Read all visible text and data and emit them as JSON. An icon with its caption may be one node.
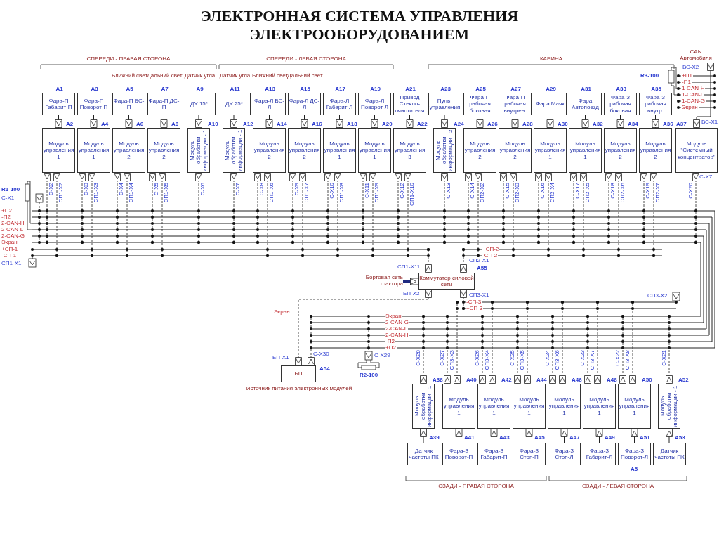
{
  "diagram": {
    "title": "ЭЛЕКТРОННАЯ СИСТЕМА УПРАВЛЕНИЯ ЭЛЕКТРООБОРУДОВАНИЕМ",
    "nodes": [
      {
        "text": [
          "A1",
          "Фара-П Габарит-П"
        ]
      },
      {
        "text": [
          "A2",
          "Модуль управления 1"
        ]
      },
      {
        "text": [
          "A3",
          "Фара-П Поворот-П"
        ]
      },
      {
        "text": [
          "A4",
          "Модуль управления 1"
        ]
      },
      {
        "text": [
          "A5",
          "Фара-П БС-П"
        ],
        "beside": [
          "Ближний свет"
        ]
      },
      {
        "text": [
          "A6",
          "Модуль управления 2"
        ]
      },
      {
        "text": [
          "A7",
          "Фара-П ДС-П"
        ],
        "beside": [
          "Дальний свет"
        ]
      },
      {
        "text": [
          "A8",
          "Модуль управления 2"
        ]
      },
      {
        "text": [
          "A9",
          "ДУ 15*"
        ],
        "beside": [
          "Датчик угла"
        ]
      },
      {
        "text": [
          "A10",
          "Модуль обработки информации - 1"
        ]
      },
      {
        "text": [
          "A11",
          "ДУ 25*"
        ],
        "beside": [
          "Датчик угла"
        ]
      },
      {
        "text": [
          "A12",
          "Модуль обработки информации - 1"
        ]
      },
      {
        "text": [
          "A13",
          "Фара-Л БС-Л"
        ],
        "beside": [
          "Ближний свет"
        ]
      },
      {
        "text": [
          "A14",
          "Модуль управления 2"
        ]
      },
      {
        "text": [
          "A15",
          "Фара-Л ДС-Л"
        ],
        "beside": [
          "Дальний свет"
        ]
      },
      {
        "text": [
          "A16",
          "Модуль управления 2"
        ]
      },
      {
        "text": [
          "A17",
          "Фара-Л Габарит-Л"
        ]
      },
      {
        "text": [
          "A18",
          "Модуль управления 1"
        ]
      },
      {
        "text": [
          "A19",
          "Фара-Л Поворот-Л"
        ]
      },
      {
        "text": [
          "A20",
          "Модуль управления 1"
        ]
      },
      {
        "text": [
          "A21",
          "Привод Стекло-очистителя"
        ]
      },
      {
        "text": [
          "A22",
          "Модуль управления 3"
        ]
      },
      {
        "text": [
          "A23",
          "Пульт управления"
        ]
      },
      {
        "text": [
          "A24",
          "Модуль обработки информации - 2"
        ]
      },
      {
        "text": [
          "A25",
          "Фара-П рабочая боковая"
        ]
      },
      {
        "text": [
          "A26",
          "Модуль управления 2"
        ]
      },
      {
        "text": [
          "A27",
          "Фара-П рабочая внутрен."
        ]
      },
      {
        "text": [
          "A28",
          "Модуль управления 2"
        ]
      },
      {
        "text": [
          "A29",
          "Фара Маяк"
        ]
      },
      {
        "text": [
          "A30",
          "Модуль управления 1"
        ]
      },
      {
        "text": [
          "A31",
          "Фара Автопоезд"
        ]
      },
      {
        "text": [
          "A32",
          "Модуль управления 1"
        ]
      },
      {
        "text": [
          "A33",
          "Фара-З рабочая боковая"
        ]
      },
      {
        "text": [
          "A34",
          "Модуль управления 2"
        ]
      },
      {
        "text": [
          "A35",
          "Фара-З рабочая внутр."
        ]
      },
      {
        "text": [
          "A36",
          "Модуль управления 2"
        ]
      },
      {
        "text": [
          "A37",
          "Модуль \"Системный концентратор\""
        ]
      },
      {
        "text": [
          "A55",
          "Коммутатор силовой сети"
        ]
      },
      {
        "text": [
          "A54",
          "БП"
        ],
        "beside": [
          "Источник питания электронных модулей"
        ]
      },
      {
        "text": [
          "A38",
          "Модуль обработки информации - 1"
        ]
      },
      {
        "text": [
          "A39",
          "Датчик частоты ПК"
        ]
      },
      {
        "text": [
          "A40",
          "Модуль управления 1"
        ]
      },
      {
        "text": [
          "A41",
          "Фара-З Поворот-П"
        ]
      },
      {
        "text": [
          "A42",
          "Модуль управления 1"
        ]
      },
      {
        "text": [
          "A43",
          "Фара-З Габарит-П"
        ]
      },
      {
        "text": [
          "A44",
          "Модуль управления 1"
        ]
      },
      {
        "text": [
          "A45",
          "Фара-З Стоп-П"
        ]
      },
      {
        "text": [
          "A46",
          "Модуль управления 1"
        ]
      },
      {
        "text": [
          "A47",
          "Фара-З Стоп-Л"
        ]
      },
      {
        "text": [
          "A48",
          "Модуль управления 1"
        ]
      },
      {
        "text": [
          "A49",
          "Фара-З Габарит-Л"
        ]
      },
      {
        "text": [
          "A50",
          "Модуль управления 1"
        ]
      },
      {
        "text": [
          "A51",
          "Фара-З Поворот-Л"
        ]
      },
      {
        "text": [
          "A52",
          "Модуль обработки информации - 1"
        ]
      },
      {
        "text": [
          "A53",
          "Датчик частоты ПК"
        ]
      },
      {
        "text": [
          "Бортовая сеть трактора"
        ]
      },
      {
        "text": [
          "CAN Автомобиля"
        ]
      },
      {
        "text": [],
        "shape": "bar"
      },
      {
        "text": [],
        "shape": "bar"
      }
    ],
    "edges": [
      {
        "from": 0,
        "to": 1,
        "arrow": "other"
      },
      {
        "from": 2,
        "to": 3,
        "arrow": "other"
      },
      {
        "from": 4,
        "to": 5,
        "arrow": "other"
      },
      {
        "from": 6,
        "to": 7,
        "arrow": "other"
      },
      {
        "from": 8,
        "to": 9,
        "arrow": "other"
      },
      {
        "from": 10,
        "to": 11,
        "arrow": "other"
      },
      {
        "from": 12,
        "to": 13,
        "arrow": "other"
      },
      {
        "from": 14,
        "to": 15,
        "arrow": "other"
      },
      {
        "from": 16,
        "to": 17,
        "arrow": "other"
      },
      {
        "from": 18,
        "to": 19,
        "arrow": "other"
      },
      {
        "from": 20,
        "to": 21,
        "arrow": "other"
      },
      {
        "from": 22,
        "to": 23,
        "arrow": "other"
      },
      {
        "from": 24,
        "to": 25,
        "arrow": "other"
      },
      {
        "from": 26,
        "to": 27,
        "arrow": "other"
      },
      {
        "from": 28,
        "to": 29,
        "arrow": "other"
      },
      {
        "from": 30,
        "to": 31,
        "arrow": "other"
      },
      {
        "from": 32,
        "to": 33,
        "arrow": "other"
      },
      {
        "from": 34,
        "to": 35,
        "arrow": "other"
      },
      {
        "from": 40,
        "to": 39,
        "arrow": "other"
      },
      {
        "from": 42,
        "to": 41,
        "arrow": "other"
      },
      {
        "from": 44,
        "to": 43,
        "arrow": "other"
      },
      {
        "from": 46,
        "to": 45,
        "arrow": "other"
      },
      {
        "from": 48,
        "to": 47,
        "arrow": "other"
      },
      {
        "from": 50,
        "to": 49,
        "arrow": "other"
      },
      {
        "from": 52,
        "to": 51,
        "arrow": "other"
      },
      {
        "from": 54,
        "to": 53,
        "arrow": "other"
      },
      {
        "from": 55,
        "to": 37,
        "arrow": "other",
        "style": "thick",
        "color": "#1f2a80"
      },
      {
        "from": 56,
        "to": 36,
        "arrow": "other"
      },
      {
        "from": 1,
        "to": 57,
        "arrow": "other",
        "style": "dashed"
      },
      {
        "from": 1,
        "to": 57,
        "arrow": "other",
        "style": "dashed"
      },
      {
        "from": 3,
        "to": 57,
        "arrow": "other",
        "style": "dashed"
      },
      {
        "from": 3,
        "to": 57,
        "arrow": "other",
        "style": "dashed"
      },
      {
        "from": 5,
        "to": 57,
        "arrow": "other",
        "style": "dashed"
      },
      {
        "from": 5,
        "to": 57,
        "arrow": "other",
        "style": "dashed"
      },
      {
        "from": 7,
        "to": 57,
        "arrow": "other",
        "style": "dashed"
      },
      {
        "from": 7,
        "to": 57,
        "arrow": "other",
        "style": "dashed"
      },
      {
        "from": 9,
        "to": 57,
        "arrow": "other",
        "style": "dashed"
      },
      {
        "from": 11,
        "to": 57,
        "arrow": "other",
        "style": "dashed"
      },
      {
        "from": 13,
        "to": 57,
        "arrow": "other",
        "style": "dashed"
      },
      {
        "from": 13,
        "to": 57,
        "arrow": "other",
        "style": "dashed"
      },
      {
        "from": 15,
        "to": 57,
        "arrow": "other",
        "style": "dashed"
      },
      {
        "from": 15,
        "to": 57,
        "arrow": "other",
        "style": "dashed"
      },
      {
        "from": 17,
        "to": 57,
        "arrow": "other",
        "style": "dashed"
      },
      {
        "from": 17,
        "to": 57,
        "arrow": "other",
        "style": "dashed"
      },
      {
        "from": 19,
        "to": 57,
        "arrow": "other",
        "style": "dashed"
      },
      {
        "from": 19,
        "to": 57,
        "arrow": "other",
        "style": "dashed"
      },
      {
        "from": 21,
        "to": 57,
        "arrow": "other",
        "style": "dashed"
      },
      {
        "from": 21,
        "to": 57,
        "arrow": "other",
        "style": "dashed"
      },
      {
        "from": 23,
        "to": 57,
        "arrow": "other",
        "style": "dashed"
      },
      {
        "from": 25,
        "to": 57,
        "arrow": "other",
        "style": "dashed"
      },
      {
        "from": 25,
        "to": 57,
        "arrow": "other",
        "style": "dashed"
      },
      {
        "from": 27,
        "to": 57,
        "arrow": "other",
        "style": "dashed"
      },
      {
        "from": 27,
        "to": 57,
        "arrow": "other",
        "style": "dashed"
      },
      {
        "from": 29,
        "to": 57,
        "arrow": "other",
        "style": "dashed"
      },
      {
        "from": 29,
        "to": 57,
        "arrow": "other",
        "style": "dashed"
      },
      {
        "from": 31,
        "to": 57,
        "arrow": "other",
        "style": "dashed"
      },
      {
        "from": 31,
        "to": 57,
        "arrow": "other",
        "style": "dashed"
      },
      {
        "from": 33,
        "to": 57,
        "arrow": "other",
        "style": "dashed"
      },
      {
        "from": 33,
        "to": 57,
        "arrow": "other",
        "style": "dashed"
      },
      {
        "from": 35,
        "to": 57,
        "arrow": "other",
        "style": "dashed"
      },
      {
        "from": 35,
        "to": 57,
        "arrow": "other",
        "style": "dashed"
      },
      {
        "from": 36,
        "to": 57,
        "arrow": "other",
        "style": "dashed"
      },
      {
        "from": 37,
        "to": 57,
        "arrow": "other",
        "style": "dashed"
      },
      {
        "from": 37,
        "to": 57,
        "arrow": "other",
        "style": "dashed"
      },
      {
        "from": 37,
        "to": 58,
        "arrow": "other",
        "style": "dashed"
      },
      {
        "from": 37,
        "to": 38,
        "arrow": "other",
        "style": "dashed"
      },
      {
        "from": 38,
        "to": 58,
        "arrow": "other",
        "style": "dashed"
      },
      {
        "from": 39,
        "to": 58,
        "arrow": "other",
        "style": "dashed"
      },
      {
        "from": 41,
        "to": 58,
        "arrow": "other",
        "style": "dashed"
      },
      {
        "from": 41,
        "to": 58,
        "arrow": "other",
        "style": "dashed"
      },
      {
        "from": 43,
        "to": 58,
        "arrow": "other",
        "style": "dashed"
      },
      {
        "from": 43,
        "to": 58,
        "arrow": "other",
        "style": "dashed"
      },
      {
        "from": 45,
        "to": 58,
        "arrow": "other",
        "style": "dashed"
      },
      {
        "from": 45,
        "to": 58,
        "arrow": "other",
        "style": "dashed"
      },
      {
        "from": 47,
        "to": 58,
        "arrow": "other",
        "style": "dashed"
      },
      {
        "from": 47,
        "to": 58,
        "arrow": "other",
        "style": "dashed"
      },
      {
        "from": 49,
        "to": 58,
        "arrow": "other",
        "style": "dashed"
      },
      {
        "from": 49,
        "to": 58,
        "arrow": "other",
        "style": "dashed"
      },
      {
        "from": 51,
        "to": 58,
        "arrow": "other",
        "style": "dashed"
      },
      {
        "from": 51,
        "to": 58,
        "arrow": "other",
        "style": "dashed"
      },
      {
        "from": 53,
        "to": 58,
        "arrow": "other",
        "style": "dashed"
      },
      {
        "from": 57,
        "to": 58,
        "arrow": "none"
      }
    ],
    "labels": [
      "СПЕРЕДИ - ПРАВАЯ СТОРОНА",
      "СПЕРЕДИ - ЛЕВАЯ СТОРОНА",
      "КАБИНА",
      "R3-100",
      "ВС-Х2",
      "+П1",
      "-П1",
      "1-CAN-H",
      "1-CAN-L",
      "1-CAN-G",
      "Экран",
      "ВС-Х1",
      "R1-100",
      "С-Х1",
      "+П2",
      "-П2",
      "2-CAN-H",
      "2-CAN-L",
      "2-CAN-G",
      "Экран",
      "+СП-1",
      "-СП-1",
      "+СП-2",
      "-СП-2",
      "СП1-Х1",
      "С-Х2",
      "СП1-Х2",
      "С-Х3",
      "СП1-Х3",
      "С-Х4",
      "СП1-Х4",
      "С-Х5",
      "СП1-Х5",
      "С-Х6",
      "С-Х7",
      "С-Х8",
      "СП1-Х6",
      "С-Х9",
      "СП1-Х7",
      "С-Х10",
      "СП1-Х8",
      "С-Х11",
      "СП1-Х9",
      "С-Х12",
      "СП1-Х10",
      "С-Х13",
      "С-Х14",
      "СП2-Х2",
      "С-Х15",
      "СП2-Х3",
      "С-Х16",
      "СП2-Х4",
      "С-Х17",
      "СП2-Х5",
      "С-Х18",
      "СП2-Х6",
      "С-Х19",
      "СП2-Х7",
      "С-Х20",
      "С-Х7",
      "СП1-Х11",
      "СП2-Х1",
      "БП-Х2",
      "СП3-Х1",
      "СП3-Х2",
      "-СП-3",
      "+СП-3",
      "Экран",
      "2-CAN-G",
      "2-CAN-L",
      "2-CAN-H",
      "-П2",
      "+П2",
      "Экран",
      "БП-Х1",
      "С-Х30",
      "С-Х29",
      "R2-100",
      "С-Х28",
      "С-Х27",
      "СП3-Х3",
      "С-Х26",
      "СП3-Х4",
      "С-Х25",
      "СП3-Х5",
      "С-Х24",
      "СП3-Х6",
      "С-Х23",
      "СП3-Х7",
      "С-Х22",
      "СП3-Х8",
      "С-Х21",
      "А5",
      "СЗАДИ - ПРАВАЯ СТОРОНА",
      "СЗАДИ - ЛЕВАЯ СТОРОНА"
    ]
  }
}
